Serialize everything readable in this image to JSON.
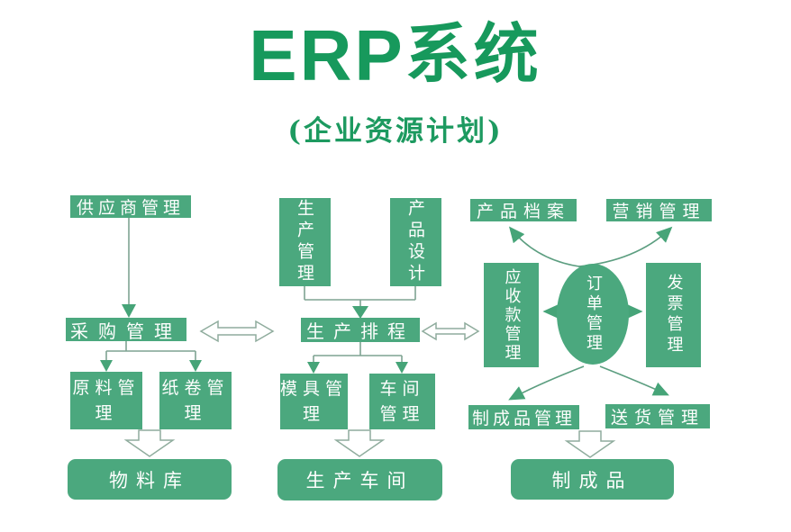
{
  "title": {
    "en": "ERP",
    "zh": "系统",
    "subtitle": "(企业资源计划)"
  },
  "colors": {
    "box_green": "#4ba87e",
    "title_green": "#17995c",
    "line_gray_green": "#7fa392",
    "arrowhead_green": "#46a478",
    "curve_green": "#5c9e80"
  },
  "nodes": {
    "supplier": "供应商管理",
    "purchasing": "采购管理",
    "raw_material": "原料管理",
    "paper_roll": "纸卷管理",
    "material_warehouse": "物料库",
    "production_mgmt": "生产管理",
    "product_design": "产品设计",
    "scheduling": "生产排程",
    "mold_mgmt": "模具管理",
    "workshop_mgmt": "车间管理",
    "production_workshop": "生产车间",
    "product_archive": "产品档案",
    "marketing": "营销管理",
    "receivables": "应收款管理",
    "order_mgmt": "订单管理",
    "invoice": "发票管理",
    "finished_goods_mgmt": "制成品管理",
    "delivery": "送货管理",
    "finished_goods": "制成品"
  }
}
